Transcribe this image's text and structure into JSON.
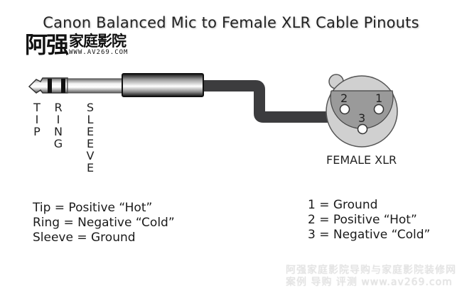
{
  "title": "Canon Balanced Mic to Female XLR Cable Pinouts",
  "logo": {
    "big_text": "阿强",
    "cn_text": "家庭影院",
    "url": "WWW.AV269.COM"
  },
  "jack": {
    "labels": {
      "tip": [
        "T",
        "I",
        "P"
      ],
      "ring": [
        "R",
        "I",
        "N",
        "G"
      ],
      "sleeve": [
        "S",
        "L",
        "E",
        "E",
        "V",
        "E"
      ]
    }
  },
  "xlr": {
    "label": "FEMALE XLR",
    "pins": [
      "2",
      "1",
      "3"
    ]
  },
  "legend_left": [
    "Tip = Positive “Hot”",
    "Ring = Negative “Cold”",
    "Sleeve = Ground"
  ],
  "legend_right": [
    "1 = Ground",
    "2 = Positive “Hot”",
    "3 = Negative “Cold”"
  ],
  "watermark": {
    "line1": "阿强家庭影院导购与家庭影院装修网",
    "line2": "案例 导购 评测 www.av269.com"
  },
  "colors": {
    "cable": "#3c3c3e",
    "xlr_face": "#9a9a9a",
    "xlr_rim": "#d0d0d0"
  }
}
